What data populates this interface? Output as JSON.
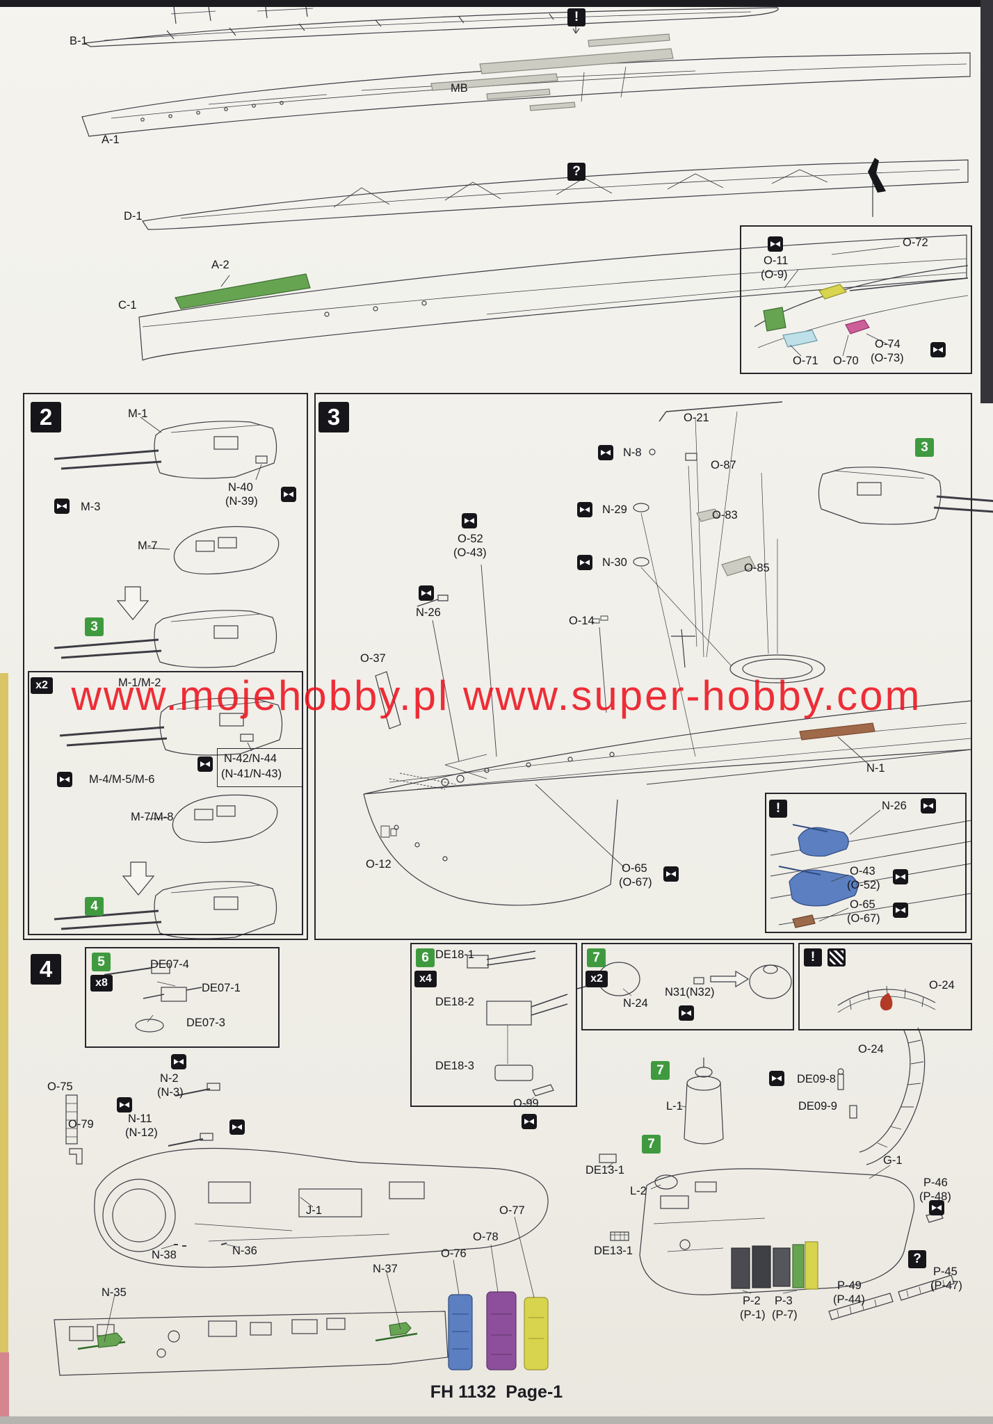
{
  "page": {
    "watermark": "www.mojehobby.pl www.super-hobby.com",
    "footer": "FH 1132  Page-1"
  },
  "sym": {
    "excl": "!",
    "quest": "?"
  },
  "top": {
    "b1": "B-1",
    "a1": "A-1",
    "mb": "MB",
    "d1": "D-1",
    "a2": "A-2",
    "c1": "C-1",
    "inset": {
      "o72": "O-72",
      "o11": "O-11",
      "o11_alt": "(O-9)",
      "o74": "O-74",
      "o74_alt": "(O-73)",
      "o71": "O-71",
      "o70": "O-70"
    }
  },
  "step2": {
    "num": "2",
    "green3": "3",
    "green4": "4",
    "mult": "x2",
    "m1": "M-1",
    "m3": "M-3",
    "n40": "N-40",
    "n40_alt": "(N-39)",
    "m7": "M-7",
    "m12": "M-1/M-2",
    "m456": "M-4/M-5/M-6",
    "n4244": "N-42/N-44",
    "n4244_alt": "(N-41/N-43)",
    "m78": "M-7/M-8"
  },
  "step3": {
    "num": "3",
    "green3": "3",
    "o21": "O-21",
    "n8": "N-8",
    "o87": "O-87",
    "n29": "N-29",
    "o83": "O-83",
    "o52": "O-52",
    "o52_alt": "(O-43)",
    "n30": "N-30",
    "o85": "O-85",
    "n26": "N-26",
    "o14": "O-14",
    "o37": "O-37",
    "n1": "N-1",
    "o12": "O-12",
    "o65": "O-65",
    "o65_alt": "(O-67)",
    "inset": {
      "n26": "N-26",
      "o43": "O-43",
      "o43_alt": "(O-52)",
      "o65": "O-65",
      "o65_alt": "(O-67)"
    }
  },
  "step4": {
    "num": "4",
    "box5": {
      "badge": "5",
      "mult": "x8",
      "p1": "DE07-4",
      "p2": "DE07-1",
      "p3": "DE07-3"
    },
    "box6": {
      "badge": "6",
      "mult": "x4",
      "p1": "DE18-1",
      "p2": "DE18-2",
      "p3": "DE18-3"
    },
    "box7": {
      "badge": "7",
      "mult": "x2",
      "n24": "N-24",
      "n31": "N31(N32)"
    },
    "warn": {
      "o24": "O-24"
    },
    "left": {
      "o75": "O-75",
      "n2": "N-2",
      "n2_alt": "(N-3)",
      "o79": "O-79",
      "n11": "N-11",
      "n11_alt": "(N-12)",
      "o99": "O-99",
      "j1": "J-1",
      "n38": "N-38",
      "n36": "N-36",
      "n35": "N-35",
      "n37": "N-37",
      "o76": "O-76",
      "o78": "O-78",
      "o77": "O-77"
    },
    "right": {
      "badge7": "7",
      "l1": "L-1",
      "l2": "L-2",
      "de09_8": "DE09-8",
      "de09_9": "DE09-9",
      "o24": "O-24",
      "g1": "G-1",
      "de13_1": "DE13-1",
      "p46": "P-46",
      "p46_alt": "(P-48)",
      "p2": "P-2",
      "p2_alt": "(P-1)",
      "p3": "P-3",
      "p3_alt": "(P-7)",
      "p49": "P-49",
      "p49_alt": "(P-44)",
      "p45": "P-45",
      "p45_alt": "(P-47)"
    }
  },
  "colors": {
    "highlight_green": "#67a452",
    "badge_green": "#3f9a3f",
    "watermark_red": "#e8151e",
    "part_blue": "#5b7fc0",
    "part_purple": "#8d4f9b",
    "part_yellow": "#d9d44e",
    "part_red": "#b23a26"
  }
}
